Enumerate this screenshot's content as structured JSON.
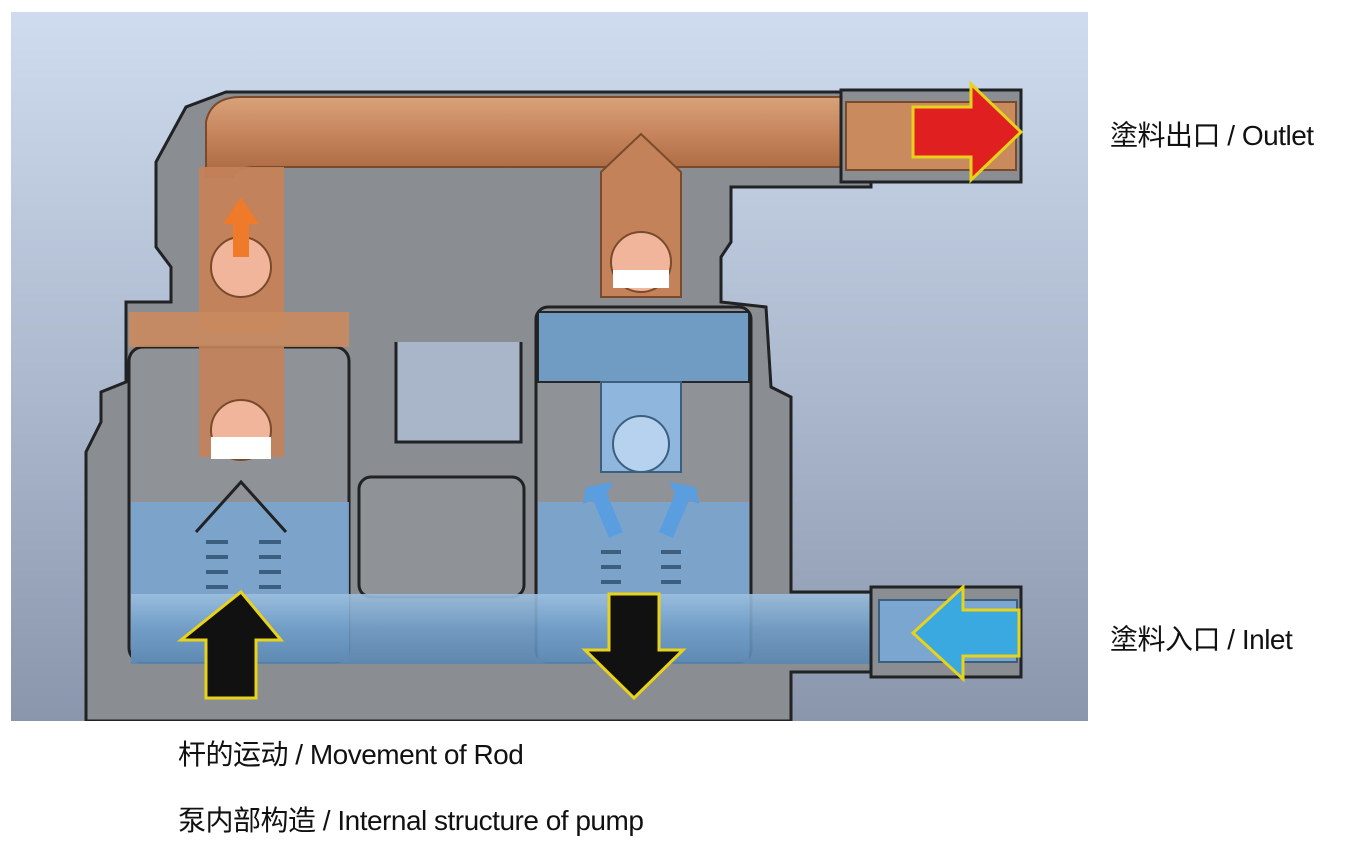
{
  "labels": {
    "outlet": "塗料出口 / Outlet",
    "inlet": "塗料入口 / Inlet",
    "rod_movement": "杆的运动 / Movement of Rod",
    "internal_structure": "泵内部构造 / Internal structure of pump"
  },
  "colors": {
    "background_top": "#c9d6ea",
    "background_bottom": "#8895ab",
    "body_gray": "#8a8d91",
    "outline": "#202224",
    "paint_orange": "#c98a5e",
    "paint_blue": "#7aa6cf",
    "arrow_out": "#e02020",
    "arrow_in": "#3aa9e0",
    "arrow_rod": "#111111",
    "arrow_border": "#e8d21a",
    "small_arrow_orange": "#ef7a2a",
    "small_arrow_blue": "#5a9ee0"
  }
}
